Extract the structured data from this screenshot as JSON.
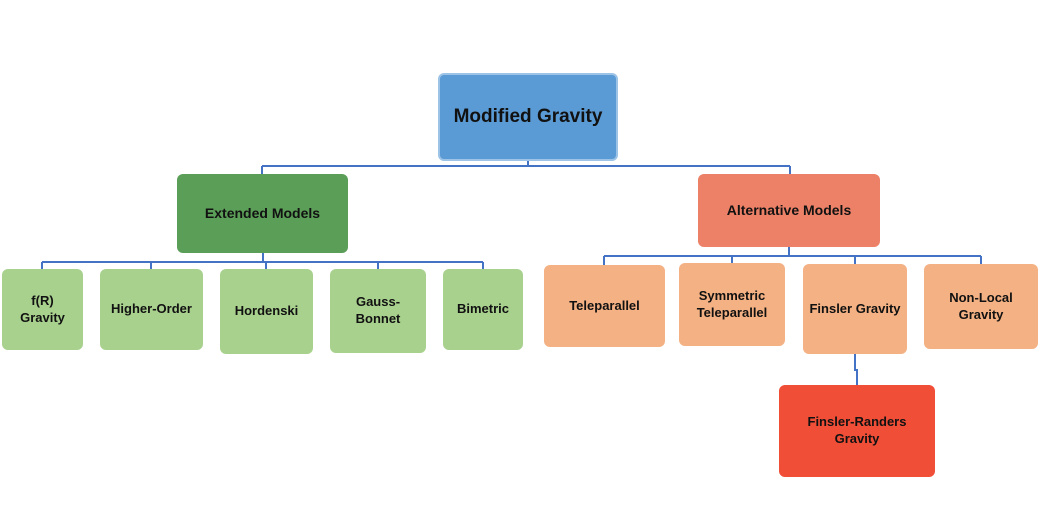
{
  "diagram": {
    "line_color": "#4472c4",
    "root": {
      "label": "Modified Gravity",
      "color": "#5b9bd5"
    },
    "branches": [
      {
        "label": "Extended Models",
        "color": "#5b9e58",
        "leaf_color": "#a9d18e",
        "children": [
          "f(R) Gravity",
          "Higher-Order",
          "Hordenski",
          "Gauss-Bonnet",
          "Bimetric"
        ]
      },
      {
        "label": "Alternative Models",
        "color": "#ec8167",
        "leaf_color": "#f4b183",
        "children": [
          "Teleparallel",
          "Symmetric Teleparallel",
          "Finsler Gravity",
          "Non-Local Gravity"
        ]
      }
    ],
    "sub_child": {
      "parent": "Finsler Gravity",
      "label": "Finsler-Randers Gravity",
      "color": "#f04e37"
    }
  }
}
